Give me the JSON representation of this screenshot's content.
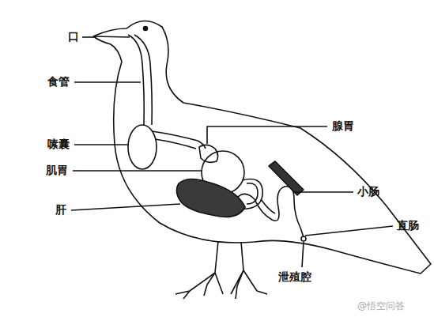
{
  "diagram": {
    "labels": [
      "口",
      "食管",
      "嗉囊",
      "肌胃",
      "肝",
      "腺胃",
      "小肠",
      "直肠",
      "泄殖腔",
      "@悟空问答"
    ]
  }
}
